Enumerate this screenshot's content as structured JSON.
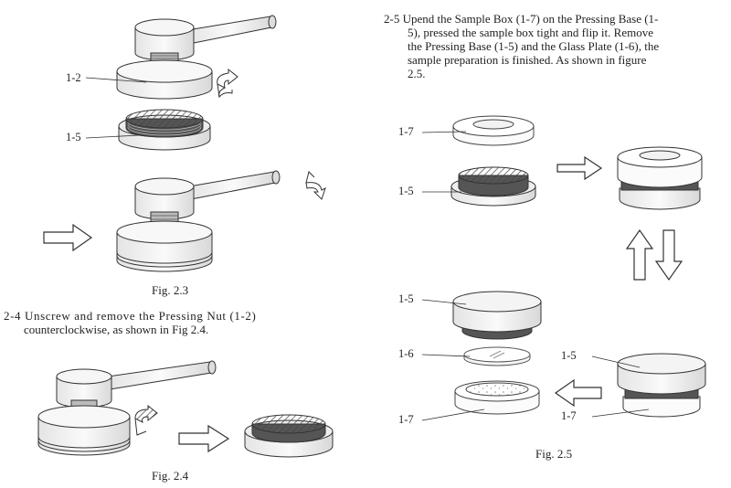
{
  "left": {
    "labels": {
      "nut": "1-2",
      "base": "1-5"
    },
    "fig_2_3_caption": "Fig. 2.3",
    "step_2_4": {
      "line1": "2-4 Unscrew and remove the Pressing Nut (1-2)",
      "line2": "counterclockwise, as shown in Fig 2.4."
    },
    "fig_2_4_caption": "Fig. 2.4"
  },
  "right": {
    "step_2_5": {
      "line1": "2-5 Upend the Sample Box (1-7) on the Pressing Base (1-",
      "line2": "5), pressed the sample box tight and flip it. Remove",
      "line3": "the Pressing Base (1-5) and the Glass Plate (1-6), the",
      "line4": "sample preparation is finished. As shown in figure",
      "line5": "2.5."
    },
    "labels": {
      "box_top": "1-7",
      "base_top": "1-5",
      "base_mid": "1-5",
      "glass": "1-6",
      "box_bottom": "1-7",
      "base_right": "1-5",
      "box_right": "1-7"
    },
    "fig_2_5_caption": "Fig. 2.5"
  },
  "icons": [
    "rotate-clockwise-icon",
    "rotate-counterclockwise-icon",
    "right-arrow-icon",
    "left-arrow-icon",
    "up-arrow-icon",
    "down-arrow-icon"
  ]
}
